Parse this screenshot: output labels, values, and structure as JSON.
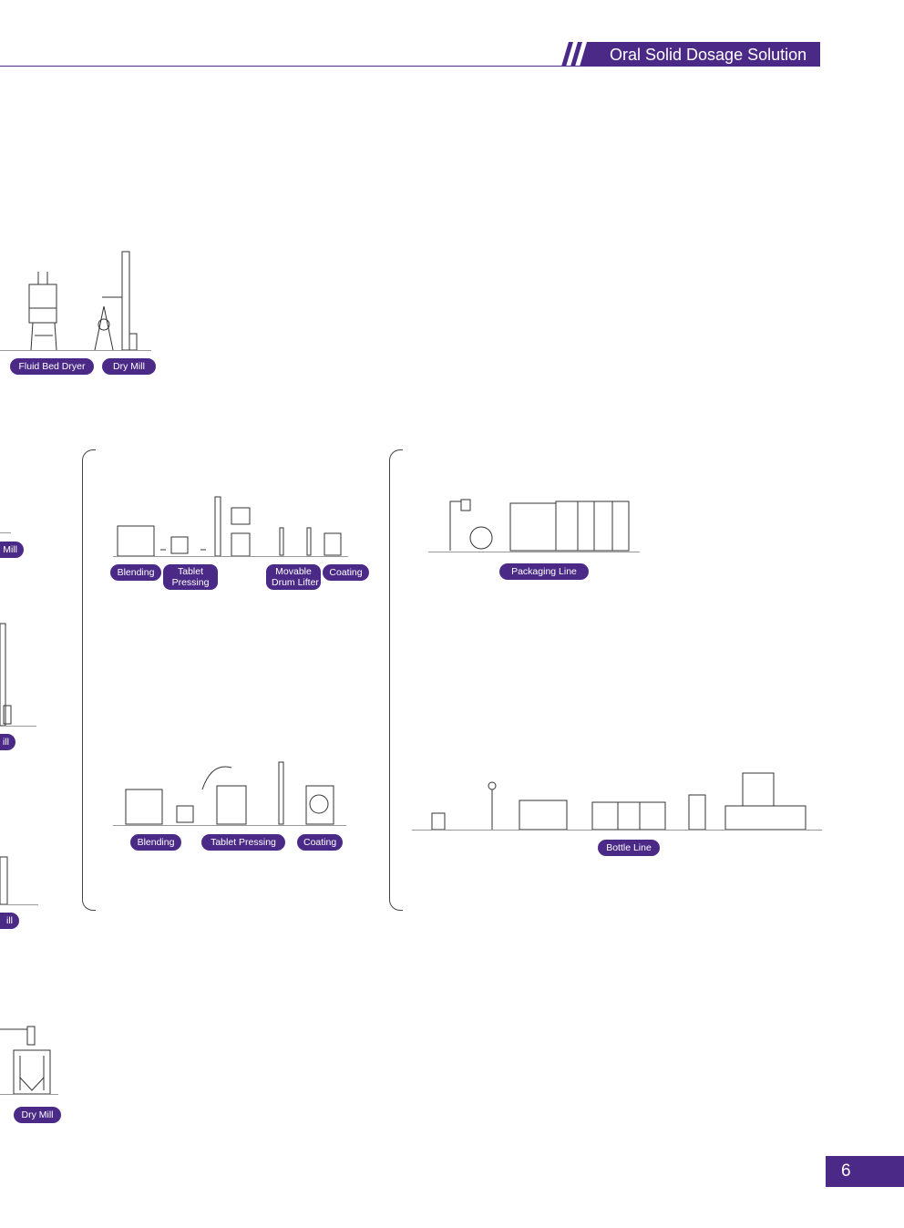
{
  "header": {
    "title": "Oral Solid Dosage Solution"
  },
  "top_row": {
    "labels": [
      "Fluid Bed Dryer",
      "Dry Mill"
    ]
  },
  "left_column": {
    "labels": [
      "Mill",
      "ill",
      "ill",
      "Dry Mill"
    ]
  },
  "middle_panel": {
    "row1_labels": [
      "Blending",
      "Tablet\nPressing",
      "Movable\nDrum Lifter",
      "Coating"
    ],
    "row1": {
      "blending": "Blending",
      "tablet_1": "Tablet",
      "tablet_2": "Pressing",
      "drum_1": "Movable",
      "drum_2": "Drum Lifter",
      "coating": "Coating"
    },
    "row2": {
      "blending": "Blending",
      "tablet": "Tablet Pressing",
      "coating": "Coating"
    }
  },
  "right_panel": {
    "packaging": "Packaging Line",
    "bottle": "Bottle Line"
  },
  "footer": {
    "page_number": "6"
  },
  "colors": {
    "brand": "#4b2a87"
  }
}
